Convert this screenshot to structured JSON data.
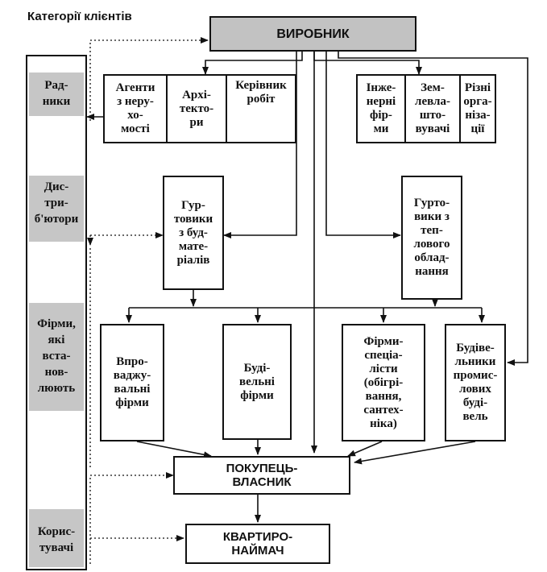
{
  "header": {
    "title": "Категорії клієнтів"
  },
  "producer": {
    "label": "ВИРОБНИК"
  },
  "categories": {
    "advisers": "Рад-\nники",
    "distributors": "Дис-\nтри-\nб'ютори",
    "installers": "Фірми,\nякі\nвста-\nнов-\nлюють",
    "users": "Корис-\nтувачі"
  },
  "advisers_left": {
    "cells": [
      "Агенти\nз неру-\nхо-\nмості",
      "Архі-\nтекто-\nри",
      "Керівник\nробіт"
    ]
  },
  "advisers_right": {
    "cells": [
      "Інже-\nнерні\nфір-\nми",
      "Зем-\nлевла-\nшто-\nвувачі",
      "Різні\nорга-\nніза-\nції"
    ]
  },
  "wholesalers": {
    "building": "Гур-\nтовики\nз буд-\nмате-\nріалів",
    "heating": "Гурто-\nвики з\nтеп-\nлового\nоблад-\nнання"
  },
  "firms": {
    "implementers": "Впро-\nваджу-\nвальні\nфірми",
    "builders": "Буді-\nвельні\nфірми",
    "specialists": "Фірми-\nспеціа-\nлісти\n(обігрі-\nвання,\nсантех-\nніка)",
    "industrial": "Будіве-\nльники\nпромис-\nлових\nбуді-\nвель"
  },
  "buyer": {
    "label": "ПОКУПЕЦЬ-\nВЛАСНИК"
  },
  "tenant": {
    "label": "КВАРТИРО-\nНАЙМАЧ"
  }
}
